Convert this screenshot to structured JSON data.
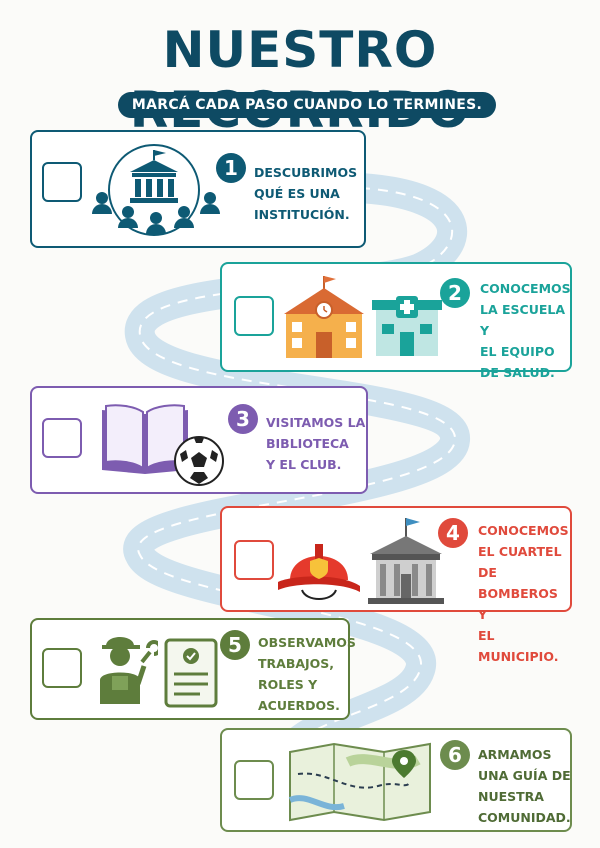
{
  "title": "NUESTRO RECORRIDO",
  "subtitle": "MARCÁ CADA PASO CUANDO LO TERMINES.",
  "colors": {
    "navy": "#0e4a63",
    "step1": "#0e5a74",
    "step2": "#1aa39a",
    "step3": "#7d5cb0",
    "step4": "#e04a3c",
    "step5": "#5e7d3c",
    "step6": "#6d8c4e",
    "road": "#cfe2ee"
  },
  "steps": [
    {
      "number": "1",
      "text": "DESCUBRIMOS\nQUÉ ES UNA\nINSTITUCIÓN.",
      "icons": [
        "institution-building-icon",
        "people-group-icon"
      ]
    },
    {
      "number": "2",
      "text": "CONOCEMOS\nLA ESCUELA Y\nEL EQUIPO\nDE SALUD.",
      "icons": [
        "school-icon",
        "health-center-icon"
      ]
    },
    {
      "number": "3",
      "text": "VISITAMOS LA\nBIBLIOTECA\nY EL CLUB.",
      "icons": [
        "open-book-icon",
        "soccer-ball-icon"
      ]
    },
    {
      "number": "4",
      "text": "CONOCEMOS\nEL CUARTEL DE\nBOMBEROS Y\nEL MUNICIPIO.",
      "icons": [
        "firefighter-helmet-icon",
        "municipality-building-icon"
      ]
    },
    {
      "number": "5",
      "text": "OBSERVAMOS\nTRABAJOS,\nROLES Y\nACUERDOS.",
      "icons": [
        "worker-icon",
        "checklist-icon"
      ]
    },
    {
      "number": "6",
      "text": "ARMAMOS\nUNA GUÍA DE\nNUESTRA\nCOMUNIDAD.",
      "icons": [
        "map-icon"
      ]
    }
  ]
}
